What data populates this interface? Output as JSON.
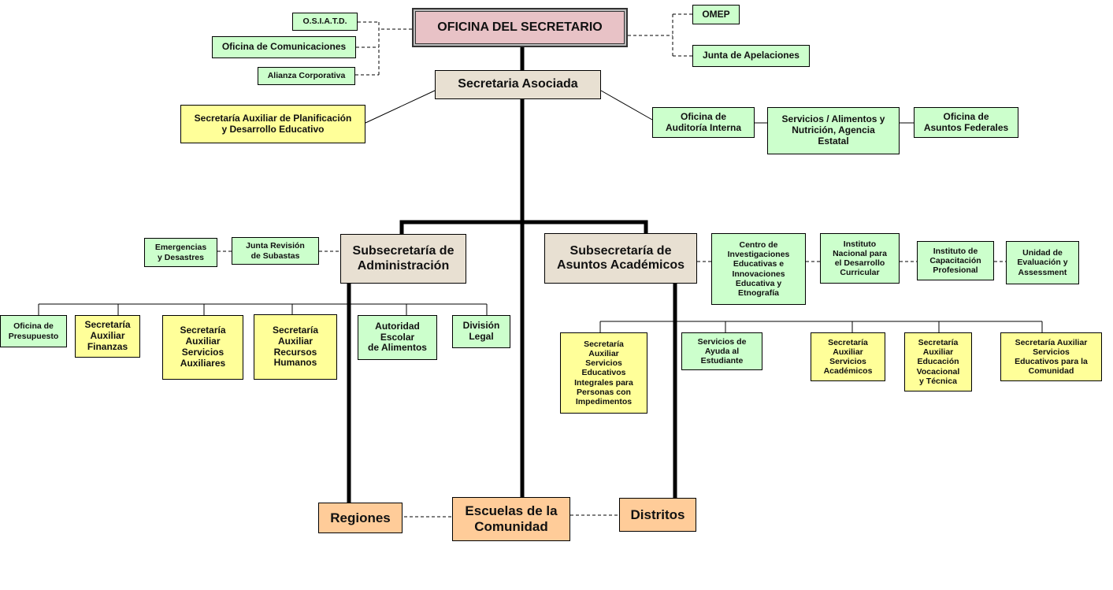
{
  "chart": {
    "top": {
      "secretario": "OFICINA DEL SECRETARIO",
      "asociada": "Secretaria Asociada"
    },
    "secretario_left_units": [
      "O.S.I.A.T.D.",
      "Oficina de Comunicaciones",
      "Alianza Corporativa"
    ],
    "secretario_right_units": [
      "OMEP",
      "Junta de Apelaciones"
    ],
    "asociada_left_unit": "Secretaría Auxiliar de Planificación\ny Desarrollo Educativo",
    "asociada_right_units": [
      "Oficina de\nAuditoría Interna",
      "Servicios / Alimentos y\nNutrición, Agencia\nEstatal",
      "Oficina de\nAsuntos Federales"
    ],
    "subsecretarias": {
      "administracion": "Subsecretaría de\nAdministración",
      "academicos": "Subsecretaría de\nAsuntos Académicos"
    },
    "admin_side_units": [
      "Emergencias\ny Desastres",
      "Junta Revisión\nde Subastas"
    ],
    "academic_side_units": [
      "Centro de\nInvestigaciones\nEducativas e\nInnovaciones\nEducativa  y\nEtnografía",
      "Instituto\nNacional para\nel Desarrollo\nCurricular",
      "Instituto de\nCapacitación\nProfesional",
      "Unidad de\nEvaluación y\nAssessment"
    ],
    "admin_units": [
      {
        "label": "Oficina de\nPresupuesto",
        "color": "green"
      },
      {
        "label": "Secretaría\nAuxiliar\nFinanzas",
        "color": "yellow"
      },
      {
        "label": "Secretaría\nAuxiliar\nServicios\nAuxiliares",
        "color": "yellow"
      },
      {
        "label": "Secretaría\nAuxiliar\nRecursos\nHumanos",
        "color": "yellow"
      },
      {
        "label": "Autoridad\nEscolar\nde Alimentos",
        "color": "green"
      },
      {
        "label": "División\nLegal",
        "color": "green"
      }
    ],
    "academic_units": [
      {
        "label": "Secretaría\nAuxiliar\nServicios\nEducativos\nIntegrales para\nPersonas con\nImpedimentos",
        "color": "yellow"
      },
      {
        "label": "Servicios de\nAyuda al\nEstudiante",
        "color": "green"
      },
      {
        "label": "Secretaría\nAuxiliar\nServicios\nAcadémicos",
        "color": "yellow"
      },
      {
        "label": "Secretaría\nAuxiliar\nEducación\nVocacional\ny Técnica",
        "color": "yellow"
      },
      {
        "label": "Secretaría Auxiliar\nServicios\nEducativos para la\nComunidad",
        "color": "yellow"
      }
    ],
    "bottom": {
      "regiones": "Regiones",
      "escuelas": "Escuelas de la\nComunidad",
      "distritos": "Distritos"
    },
    "colors": {
      "secretario": "#e8c2c6",
      "subsecretaria": "#e8e0d2",
      "green_unit": "#ccffcc",
      "yellow_unit": "#ffff99",
      "orange_unit": "#ffcc99"
    }
  }
}
